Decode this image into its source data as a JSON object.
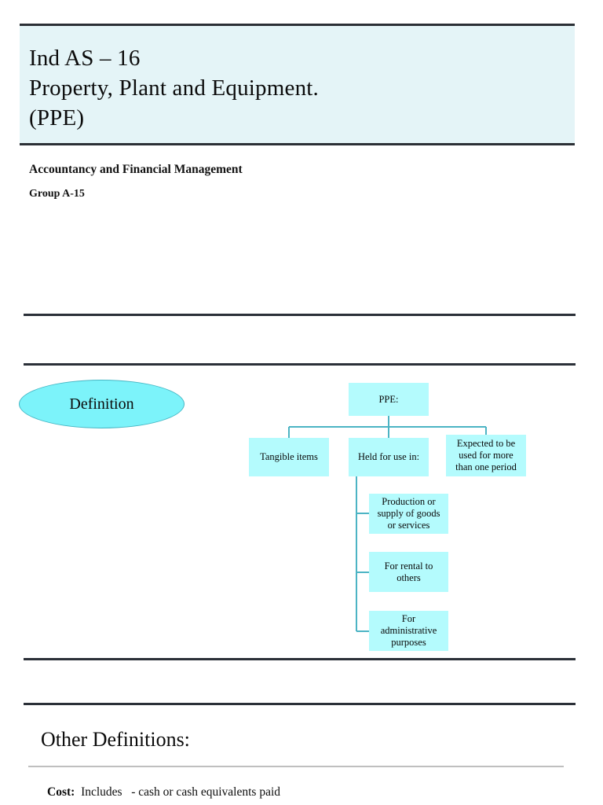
{
  "slide": {
    "title_lines": [
      "Ind AS – 16",
      "Property, Plant and Equipment.",
      "(PPE)"
    ],
    "subject": "Accountancy and Financial Management",
    "group": "Group A-15",
    "section_label": "Definition",
    "other_definitions_heading": "Other Definitions:",
    "cost_label": "Cost:",
    "cost_text": "  Includes   - cash or cash equivalents paid"
  },
  "colors": {
    "title_background": "#e4f4f7",
    "rule_dark": "#2b3038",
    "rule_light": "#bfbfbf",
    "ellipse_fill": "#7cf3fa",
    "node_fill": "#b4fbfd",
    "connector": "#4cb4c4",
    "text": "#0b0b0b"
  },
  "chart_data": {
    "type": "diagram",
    "title": "Definition",
    "root": "PPE:",
    "nodes": {
      "ppe": "PPE:",
      "tangible": "Tangible items",
      "held": "Held for use in:",
      "expected": "Expected to be\nused for more\nthan one period",
      "production": "Production or\nsupply of goods\nor services",
      "rental": "For rental to\nothers",
      "admin": "For\nadministrative\npurposes"
    },
    "edges": [
      [
        "ppe",
        "tangible"
      ],
      [
        "ppe",
        "held"
      ],
      [
        "ppe",
        "expected"
      ],
      [
        "held",
        "production"
      ],
      [
        "held",
        "rental"
      ],
      [
        "held",
        "admin"
      ]
    ]
  }
}
